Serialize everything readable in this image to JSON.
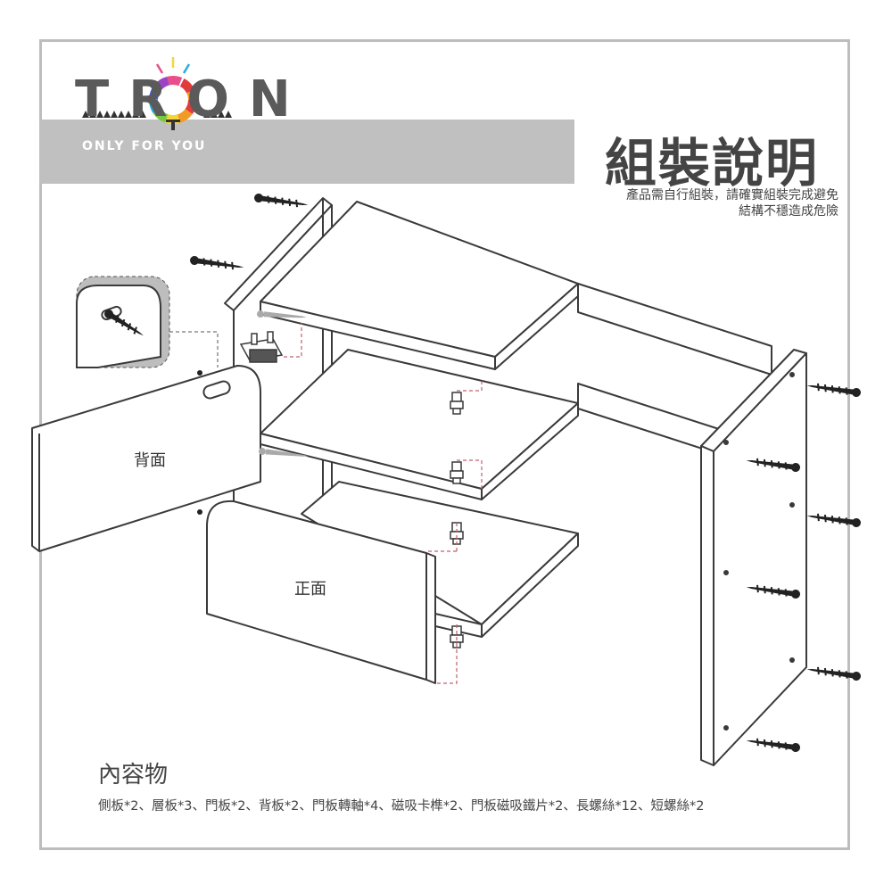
{
  "brand": {
    "logo_text": "TRON",
    "tagline": "ONLY FOR YOU"
  },
  "header": {
    "title": "組裝說明",
    "notice_line1": "產品需自行組裝，請確實組裝完成避免",
    "notice_line2": "結構不穩造成危險"
  },
  "diagram": {
    "back_panel_label": "背面",
    "front_panel_label": "正面"
  },
  "contents": {
    "title": "內容物",
    "list": "側板*2、層板*3、門板*2、背板*2、門板轉軸*4、磁吸卡榫*2、門板磁吸鐵片*2、長螺絲*12、短螺絲*2"
  },
  "colors": {
    "banner": "#c0c0c0",
    "line": "#3a3a3a",
    "dashed_guide": "#c0606a",
    "frame": "#bdbdbd"
  }
}
